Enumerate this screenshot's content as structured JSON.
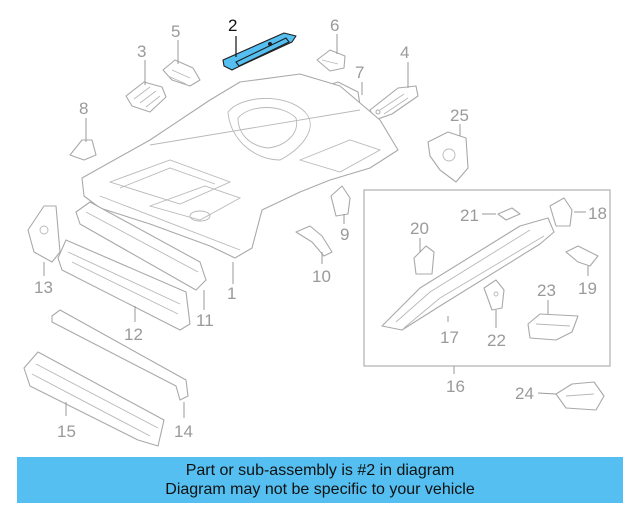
{
  "callouts": {
    "c1": "1",
    "c2": "2",
    "c3": "3",
    "c4": "4",
    "c5": "5",
    "c6": "6",
    "c7": "7",
    "c8": "8",
    "c9": "9",
    "c10": "10",
    "c11": "11",
    "c12": "12",
    "c13": "13",
    "c14": "14",
    "c15": "15",
    "c16": "16",
    "c17": "17",
    "c18": "18",
    "c19": "19",
    "c20": "20",
    "c21": "21",
    "c22": "22",
    "c23": "23",
    "c24": "24",
    "c25": "25"
  },
  "highlighted_part": "2",
  "colors": {
    "highlight": "#54bff0",
    "parts": "#a9a9a9",
    "banner": "#54bff0"
  },
  "banner": {
    "line1": "Part or sub-assembly is #2 in diagram",
    "line2": "Diagram may not be specific to your vehicle"
  }
}
